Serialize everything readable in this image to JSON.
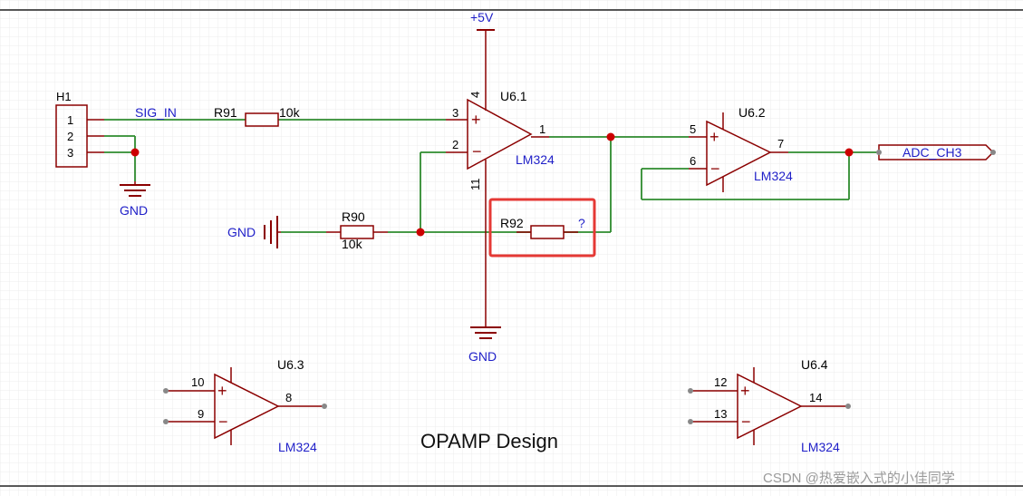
{
  "title": "OPAMP Design",
  "watermark": "CSDN @热爱嵌入式的小佳同学",
  "colors": {
    "wire": "#2e8b2e",
    "component": "#8b0000",
    "net_label": "#1f1fc8",
    "pin_text": "#000000",
    "junction": "#cc0000",
    "highlight": "#e53935",
    "grid": "#e8e8e8"
  },
  "connector": {
    "ref": "H1",
    "pins": [
      "1",
      "2",
      "3"
    ]
  },
  "nets": {
    "sig_in": "SIG_IN",
    "vcc": "+5V",
    "gnd_top": "GND",
    "gnd_mid": "GND",
    "gnd_bottom": "GND",
    "adc": "ADC_CH3"
  },
  "resistors": {
    "r91": {
      "ref": "R91",
      "value": "10k"
    },
    "r90": {
      "ref": "R90",
      "value": "10k"
    },
    "r92": {
      "ref": "R92",
      "value": "?"
    }
  },
  "opamps": {
    "u61": {
      "ref": "U6.1",
      "part": "LM324",
      "pin_in_plus": "3",
      "pin_in_minus": "2",
      "pin_out": "1",
      "pin_vcc": "4",
      "pin_gnd": "11"
    },
    "u62": {
      "ref": "U6.2",
      "part": "LM324",
      "pin_in_plus": "5",
      "pin_in_minus": "6",
      "pin_out": "7"
    },
    "u63": {
      "ref": "U6.3",
      "part": "LM324",
      "pin_in_plus": "10",
      "pin_in_minus": "9",
      "pin_out": "8"
    },
    "u64": {
      "ref": "U6.4",
      "part": "LM324",
      "pin_in_plus": "12",
      "pin_in_minus": "13",
      "pin_out": "14"
    }
  }
}
